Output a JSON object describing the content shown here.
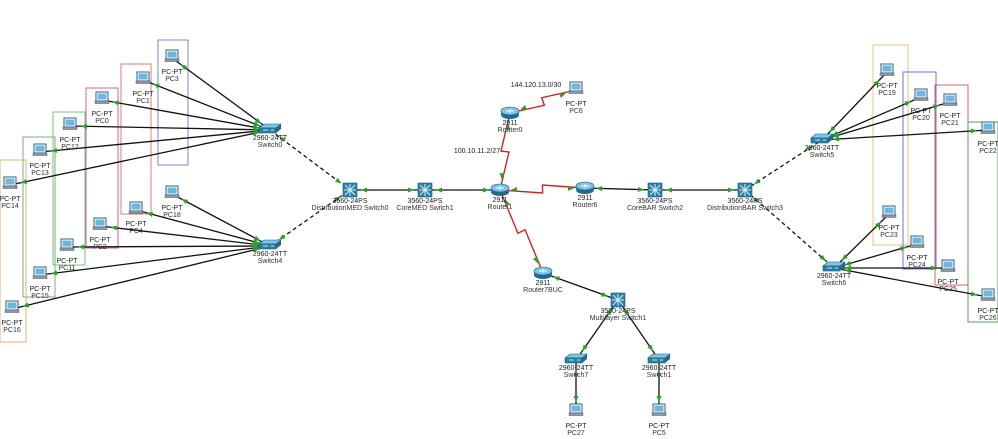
{
  "nodes": {
    "pc3": {
      "model": "PC-PT",
      "name": "PC3",
      "type": "pc",
      "icon": "pc-icon"
    },
    "pc1": {
      "model": "PC-PT",
      "name": "PC1",
      "type": "pc",
      "icon": "pc-icon"
    },
    "pc0": {
      "model": "PC-PT",
      "name": "PC0",
      "type": "pc",
      "icon": "pc-icon"
    },
    "pc12": {
      "model": "PC-PT",
      "name": "PC12",
      "type": "pc",
      "icon": "pc-icon"
    },
    "pc13": {
      "model": "PC-PT",
      "name": "PC13",
      "type": "pc",
      "icon": "pc-icon"
    },
    "pc14": {
      "model": "PC-PT",
      "name": "PC14",
      "type": "pc",
      "icon": "pc-icon"
    },
    "pc18": {
      "model": "PC-PT",
      "name": "PC18",
      "type": "pc",
      "icon": "pc-icon"
    },
    "pc4": {
      "model": "PC-PT",
      "name": "PC4",
      "type": "pc",
      "icon": "pc-icon"
    },
    "pc2": {
      "model": "PC-PT",
      "name": "PC2",
      "type": "pc",
      "icon": "pc-icon"
    },
    "pc11": {
      "model": "PC-PT",
      "name": "PC11",
      "type": "pc",
      "icon": "pc-icon"
    },
    "pc15": {
      "model": "PC-PT",
      "name": "PC15",
      "type": "pc",
      "icon": "pc-icon"
    },
    "pc16": {
      "model": "PC-PT",
      "name": "PC16",
      "type": "pc",
      "icon": "pc-icon"
    },
    "switch0": {
      "model": "2960-24TT",
      "name": "Switch0",
      "type": "switch",
      "icon": "switch-icon"
    },
    "switch4": {
      "model": "2960-24TT",
      "name": "Switch4",
      "type": "switch",
      "icon": "switch-icon"
    },
    "distmed": {
      "model": "3560-24PS",
      "name": "DistributionMED Switch0",
      "type": "mlswitch",
      "icon": "multilayer-switch-icon"
    },
    "coremed": {
      "model": "3560-24PS",
      "name": "CoreMED Switch1",
      "type": "mlswitch",
      "icon": "multilayer-switch-icon"
    },
    "router1": {
      "model": "2911",
      "name": "Router1",
      "type": "router",
      "icon": "router-icon"
    },
    "router0": {
      "model": "2911",
      "name": "Router0",
      "type": "router",
      "icon": "router-icon"
    },
    "pc6": {
      "model": "PC-PT",
      "name": "PC6",
      "type": "pc",
      "icon": "pc-icon"
    },
    "router6": {
      "model": "2911",
      "name": "Router6",
      "type": "router",
      "icon": "router-icon"
    },
    "corebar": {
      "model": "3560-24PS",
      "name": "CoreBAR Switch2",
      "type": "mlswitch",
      "icon": "multilayer-switch-icon"
    },
    "distbar": {
      "model": "3560-24PS",
      "name": "DistributionBAR Switch3",
      "type": "mlswitch",
      "icon": "multilayer-switch-icon"
    },
    "router7": {
      "model": "2911",
      "name": "Router7BUC",
      "type": "router",
      "icon": "router-icon"
    },
    "mlsw1": {
      "model": "3560-24PS",
      "name": "Multilayer Switch1",
      "type": "mlswitch",
      "icon": "multilayer-switch-icon"
    },
    "switch7": {
      "model": "2960-24TT",
      "name": "Switch7",
      "type": "switch",
      "icon": "switch-icon"
    },
    "switch1": {
      "model": "2960-24TT",
      "name": "Switch1",
      "type": "switch",
      "icon": "switch-icon"
    },
    "pc27": {
      "model": "PC-PT",
      "name": "PC27",
      "type": "pc",
      "icon": "pc-icon"
    },
    "pc5": {
      "model": "PC-PT",
      "name": "PC5",
      "type": "pc",
      "icon": "pc-icon"
    },
    "switch5": {
      "model": "2960-24TT",
      "name": "Switch5",
      "type": "switch",
      "icon": "switch-icon"
    },
    "switch6": {
      "model": "2960-24TT",
      "name": "Switch6",
      "type": "switch",
      "icon": "switch-icon"
    },
    "pc19": {
      "model": "PC-PT",
      "name": "PC19",
      "type": "pc",
      "icon": "pc-icon"
    },
    "pc20": {
      "model": "PC-PT",
      "name": "PC20",
      "type": "pc",
      "icon": "pc-icon"
    },
    "pc21": {
      "model": "PC-PT",
      "name": "PC21",
      "type": "pc",
      "icon": "pc-icon"
    },
    "pc22": {
      "model": "PC-PT",
      "name": "PC22",
      "type": "pc",
      "icon": "pc-icon"
    },
    "pc23": {
      "model": "PC-PT",
      "name": "PC23",
      "type": "pc",
      "icon": "pc-icon"
    },
    "pc24": {
      "model": "PC-PT",
      "name": "PC24",
      "type": "pc",
      "icon": "pc-icon"
    },
    "pc25": {
      "model": "PC-PT",
      "name": "PC25",
      "type": "pc",
      "icon": "pc-icon"
    },
    "pc26": {
      "model": "PC-PT",
      "name": "PC26",
      "type": "pc",
      "icon": "pc-icon"
    }
  },
  "network_labels": [
    {
      "id": "net1",
      "text": "144.120.13.0/30"
    },
    {
      "id": "net2",
      "text": "100.10.11.2/27"
    }
  ],
  "links": [
    {
      "from": "pc3",
      "to": "switch0",
      "style": "straight"
    },
    {
      "from": "pc1",
      "to": "switch0",
      "style": "straight"
    },
    {
      "from": "pc0",
      "to": "switch0",
      "style": "straight"
    },
    {
      "from": "pc12",
      "to": "switch0",
      "style": "straight"
    },
    {
      "from": "pc13",
      "to": "switch0",
      "style": "straight"
    },
    {
      "from": "pc14",
      "to": "switch0",
      "style": "straight"
    },
    {
      "from": "pc18",
      "to": "switch4",
      "style": "straight"
    },
    {
      "from": "pc4",
      "to": "switch4",
      "style": "straight"
    },
    {
      "from": "pc2",
      "to": "switch4",
      "style": "straight"
    },
    {
      "from": "pc11",
      "to": "switch4",
      "style": "straight"
    },
    {
      "from": "pc15",
      "to": "switch4",
      "style": "straight"
    },
    {
      "from": "pc16",
      "to": "switch4",
      "style": "straight"
    },
    {
      "from": "switch0",
      "to": "distmed",
      "style": "dashed"
    },
    {
      "from": "switch4",
      "to": "distmed",
      "style": "dashed"
    },
    {
      "from": "distmed",
      "to": "coremed",
      "style": "straight"
    },
    {
      "from": "coremed",
      "to": "router1",
      "style": "straight"
    },
    {
      "from": "router1",
      "to": "router0",
      "style": "serial"
    },
    {
      "from": "router0",
      "to": "pc6",
      "style": "serial"
    },
    {
      "from": "router1",
      "to": "router6",
      "style": "serial"
    },
    {
      "from": "router1",
      "to": "router7",
      "style": "serial"
    },
    {
      "from": "router6",
      "to": "corebar",
      "style": "straight"
    },
    {
      "from": "corebar",
      "to": "distbar",
      "style": "straight"
    },
    {
      "from": "router7",
      "to": "mlsw1",
      "style": "straight"
    },
    {
      "from": "mlsw1",
      "to": "switch7",
      "style": "straight"
    },
    {
      "from": "mlsw1",
      "to": "switch1",
      "style": "straight"
    },
    {
      "from": "switch7",
      "to": "pc27",
      "style": "straight"
    },
    {
      "from": "switch1",
      "to": "pc5",
      "style": "straight"
    },
    {
      "from": "distbar",
      "to": "switch5",
      "style": "dashed"
    },
    {
      "from": "distbar",
      "to": "switch6",
      "style": "dashed"
    },
    {
      "from": "switch5",
      "to": "pc19",
      "style": "straight"
    },
    {
      "from": "switch5",
      "to": "pc20",
      "style": "straight"
    },
    {
      "from": "switch5",
      "to": "pc21",
      "style": "straight"
    },
    {
      "from": "switch5",
      "to": "pc22",
      "style": "straight"
    },
    {
      "from": "switch6",
      "to": "pc23",
      "style": "straight"
    },
    {
      "from": "switch6",
      "to": "pc24",
      "style": "straight"
    },
    {
      "from": "switch6",
      "to": "pc25",
      "style": "straight"
    },
    {
      "from": "switch6",
      "to": "pc26",
      "style": "straight"
    }
  ],
  "colors": {
    "ethernet": "#111111",
    "serial": "#cc2222",
    "link_up": "#2aa02a",
    "device_body": "#2b7fa8",
    "device_top": "#7fc6e6",
    "background": "#ffffff"
  }
}
